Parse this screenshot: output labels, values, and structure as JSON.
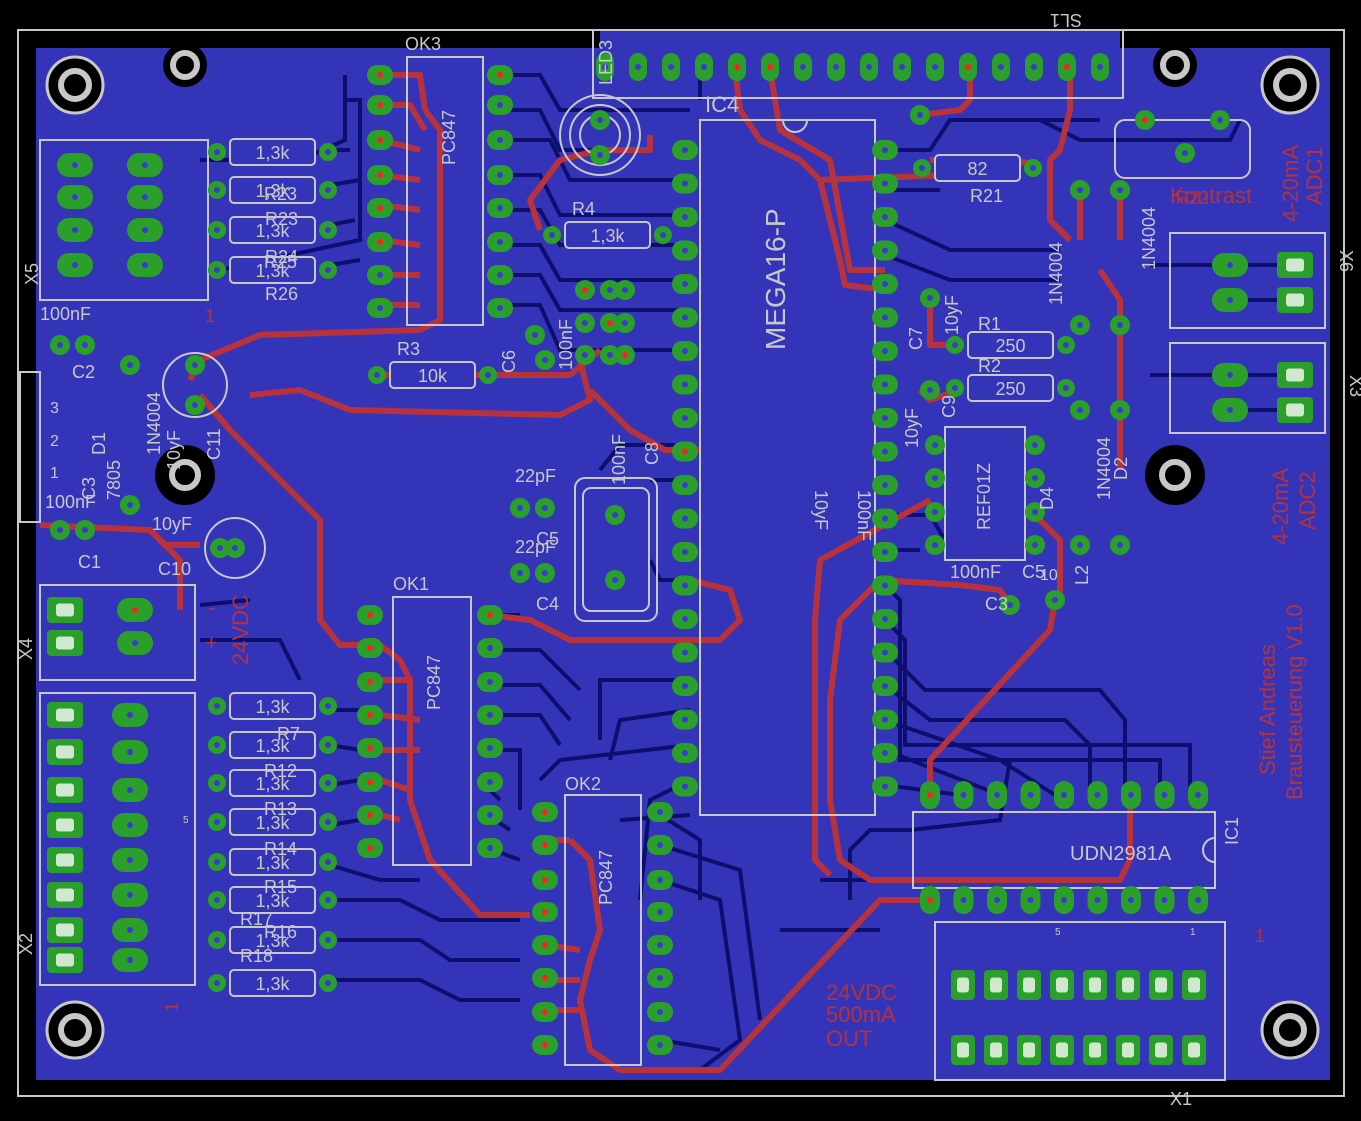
{
  "colors": {
    "background": "#000000",
    "copper_bottom": "#2f2fb4",
    "board_fill": "#3333b8",
    "outline": "#c8c8c8",
    "pad_green": "#2aa02a",
    "trace_red": "#b8323c",
    "drill_red": "#ff2020",
    "silk": "#c8c8c8",
    "label_red": "#b4323c",
    "trace_dark": "#10107a"
  },
  "labels": {
    "ok3": "OK3",
    "ok1": "OK1",
    "ok2": "OK2",
    "pc847": "PC847",
    "ic4": "IC4",
    "mega": "MEGA16-P",
    "ic1": "IC1",
    "udn": "UDN2981A",
    "sl1": "SL1",
    "led3": "LED3",
    "x1": "X1",
    "x2": "X2",
    "x3": "X3",
    "x4": "X4",
    "x5": "X5",
    "x6": "X6",
    "r1": "R1",
    "r2": "R2",
    "r3": "R3",
    "r4": "R4",
    "r7": "R7",
    "r12": "R12",
    "r13": "R13",
    "r14": "R14",
    "r15": "R15",
    "r16": "R16",
    "r17": "R17",
    "r18": "R18",
    "r21": "R21",
    "r22": "R22",
    "r23": "R23",
    "r24": "R24",
    "r25": "R25",
    "r26": "R26",
    "v13k": "1,3k",
    "v10k": "10k",
    "v82": "82",
    "v250": "250",
    "c1": "C1",
    "c2": "C2",
    "c3": "C3",
    "c4": "C4",
    "c5": "C5",
    "c6": "C6",
    "c7": "C7",
    "c8": "C8",
    "c9": "C9",
    "c10": "C10",
    "c11": "C11",
    "v100nf_cap": "100nF",
    "v100nf_low": "100nF",
    "v22pf": "22pF",
    "v10yf": "10yF",
    "d1": "D1",
    "d2": "D2",
    "d4": "D4",
    "l2": "L2",
    "n4004": "1N4004",
    "ref": "REF01Z",
    "v7805": "7805",
    "kontrast": "Kontrast",
    "adc1_a": "4-20mA",
    "adc1_b": "ADC1",
    "adc2_a": "4-20mA",
    "adc2_b": "ADC2",
    "author": "Stief Andreas",
    "project": "Brausteuerung V1.0",
    "vdc24": "24VDC",
    "out_a": "24VDC",
    "out_b": "500mA",
    "out_c": "OUT",
    "pin1": "1",
    "pin5": "5",
    "plus": "+",
    "minus": "-",
    "n1": "1",
    "n2": "2",
    "n3": "3",
    "n10": "10"
  }
}
